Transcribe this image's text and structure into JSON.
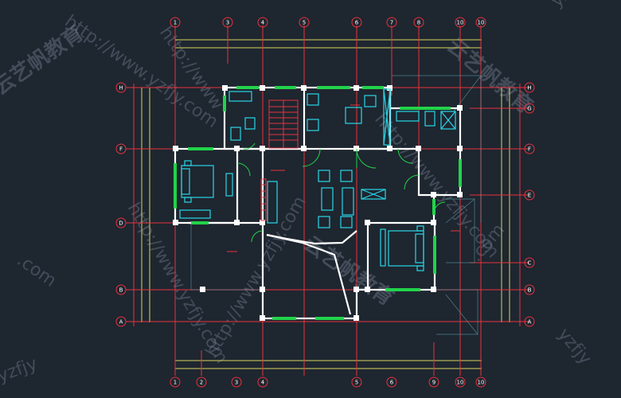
{
  "axes": {
    "top": [
      "1",
      "3",
      "4",
      "5",
      "6",
      "7",
      "8",
      "10",
      "10"
    ],
    "bottom": [
      "1",
      "2",
      "3",
      "4",
      "5",
      "6",
      "9",
      "10",
      "10"
    ],
    "left": [
      "H",
      "F",
      "D",
      "B",
      "A"
    ],
    "right": [
      "H",
      "G",
      "F",
      "E",
      "C",
      "B",
      "A"
    ]
  },
  "watermark": {
    "url": "http://www.yzfjy.com",
    "cn": "云艺帆教育",
    "short": "yzfjy",
    "dotcom": ".com",
    "url_alt": "http://www"
  },
  "colors": {
    "background": "#1e2630",
    "grid_red": "#e8323c",
    "grid_yellow": "#d9d45c",
    "wall": "#ffffff",
    "window": "#22d34a",
    "furniture": "#29d6e6"
  }
}
